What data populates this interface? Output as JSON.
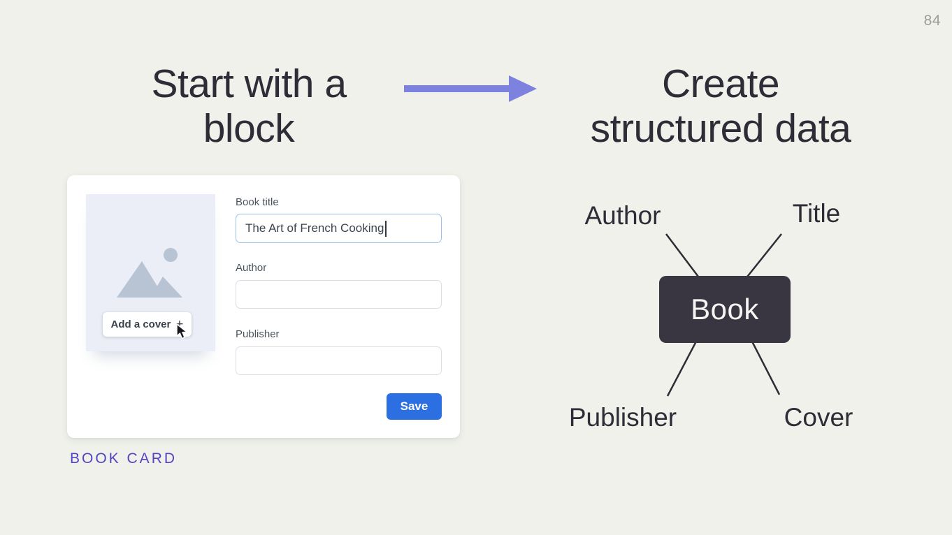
{
  "slide": {
    "page_number": "84",
    "left_heading": {
      "line1": "Start with a",
      "line2": "block"
    },
    "right_heading": {
      "line1": "Create",
      "line2": "structured data"
    },
    "caption": "BOOK CARD"
  },
  "book_card": {
    "cover": {
      "add_button_label": "Add a cover",
      "add_button_plus": "+",
      "placeholder_icon": "image-placeholder-mountains"
    },
    "title_field": {
      "label": "Book title",
      "value": "The Art of French Cooking",
      "focused": true
    },
    "author_field": {
      "label": "Author",
      "value": "",
      "placeholder": ""
    },
    "publisher_field": {
      "label": "Publisher",
      "value": "",
      "placeholder": ""
    },
    "save_button_label": "Save"
  },
  "diagram": {
    "node_label": "Book",
    "labels": {
      "top_left": "Author",
      "top_right": "Title",
      "bottom_left": "Publisher",
      "bottom_right": "Cover"
    }
  },
  "icons": {
    "arrow": "right-arrow",
    "cursor": "mouse-pointer",
    "cover_placeholder": "mountains-with-sun",
    "plus": "plus"
  },
  "colors": {
    "background": "#eff1ea",
    "heading_text": "#2e2c36",
    "arrow": "#7e82df",
    "caption": "#5244c4",
    "save_button": "#2b6fe3",
    "node_background": "#393642",
    "node_text": "#f5f5f3",
    "focused_input_border": "#9cc0ee",
    "input_border": "#d9dee5",
    "cover_placeholder_bg": "#ebeef7",
    "page_number": "#9c9c98"
  }
}
